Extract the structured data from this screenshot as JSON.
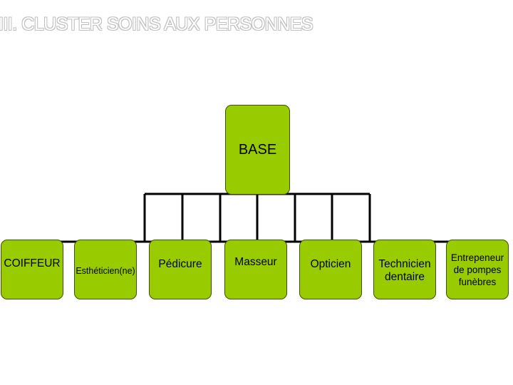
{
  "title": "III. CLUSTER SOINS AUX PERSONNES",
  "base": {
    "label": "BASE"
  },
  "children": [
    {
      "label": "COIFFEUR"
    },
    {
      "label": "Esthéticien(ne)"
    },
    {
      "label": "Pédicure"
    },
    {
      "label": "Masseur"
    },
    {
      "label": "Opticien"
    },
    {
      "label": "Technicien dentaire"
    },
    {
      "label": "Entrepeneur de pompes funèbres"
    }
  ],
  "colors": {
    "box_fill": "#99cc00",
    "box_border": "#3d5200",
    "connector": "#000000"
  }
}
